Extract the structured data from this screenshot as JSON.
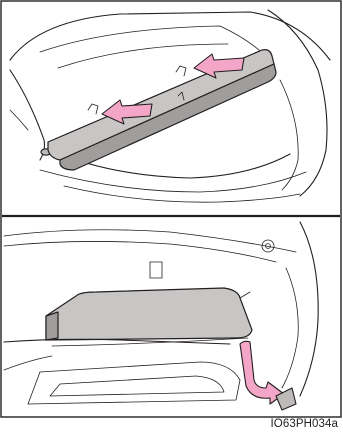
{
  "figure": {
    "code": "IO63PH034a",
    "colors": {
      "arrow": "#f4a6c8",
      "cover_top": "#c8c6c5",
      "cover_front": "#a09e9d",
      "line": "#231f20"
    },
    "panels": [
      {
        "id": "top",
        "arrows": [
          {
            "icon": "arrow-left-icon"
          },
          {
            "icon": "arrow-left-icon"
          }
        ]
      },
      {
        "id": "bottom",
        "arrows": [
          {
            "icon": "curved-arrow-icon"
          }
        ]
      }
    ]
  }
}
